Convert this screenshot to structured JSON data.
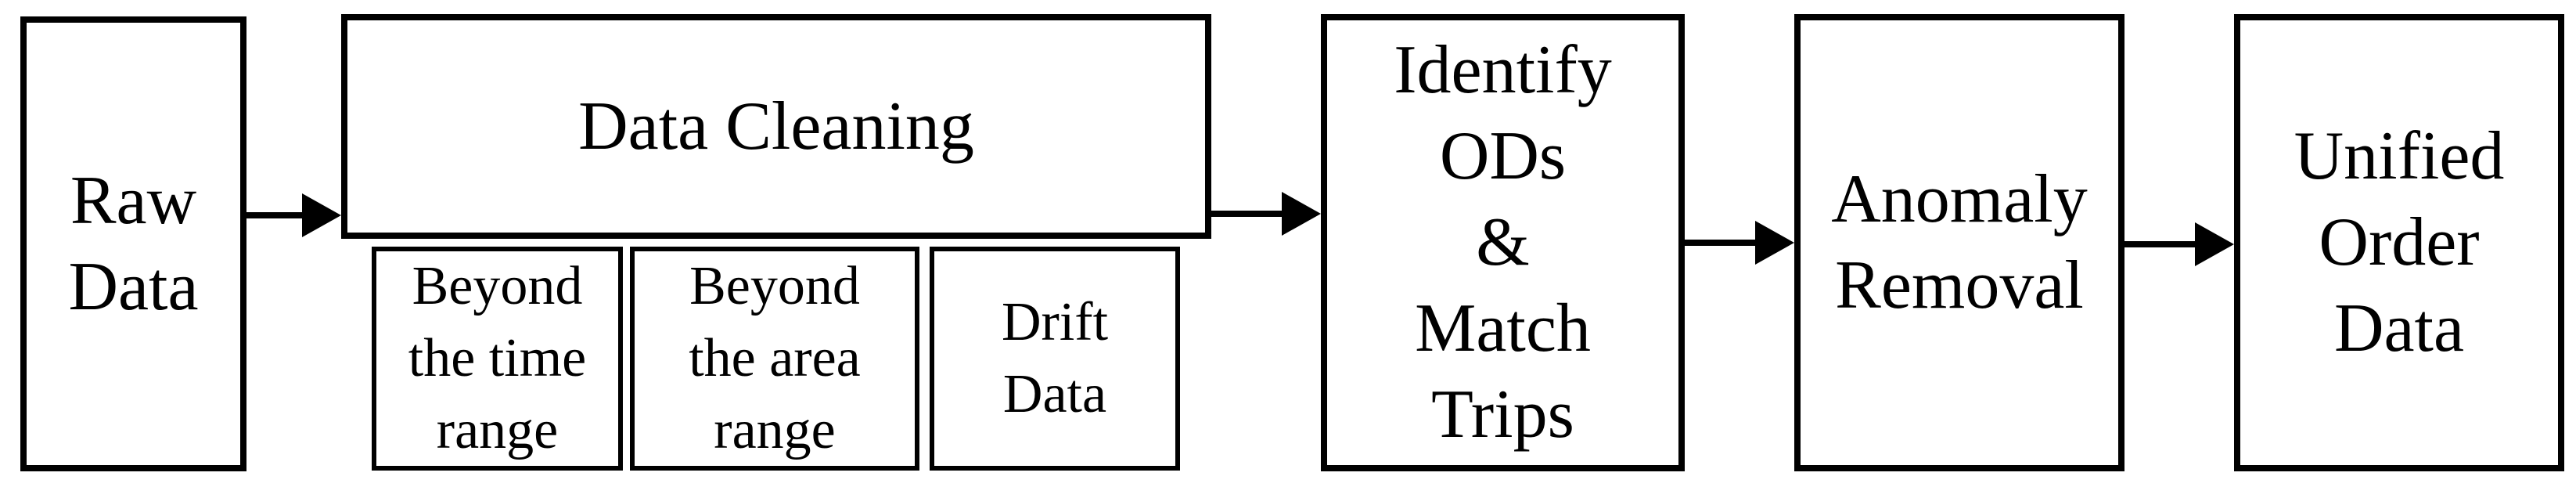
{
  "diagram": {
    "type": "flowchart",
    "colors": {
      "background": "#ffffff",
      "box_border": "#000000",
      "text": "#000000",
      "arrow": "#000000"
    },
    "nodes": {
      "raw_data": {
        "lines": [
          "Raw",
          "Data"
        ]
      },
      "data_cleaning": {
        "lines": [
          "Data Cleaning"
        ]
      },
      "beyond_time": {
        "lines": [
          "Beyond",
          "the time",
          "range"
        ]
      },
      "beyond_area": {
        "lines": [
          "Beyond",
          "the area",
          "range"
        ]
      },
      "drift_data": {
        "lines": [
          "Drift",
          "Data"
        ]
      },
      "identify_ods": {
        "lines": [
          "Identify",
          "ODs",
          "&",
          "Match",
          "Trips"
        ]
      },
      "anomaly_removal": {
        "lines": [
          "Anomaly",
          "Removal"
        ]
      },
      "unified_order": {
        "lines": [
          "Unified",
          "Order",
          "Data"
        ]
      }
    },
    "edges": [
      {
        "from": "raw_data",
        "to": "data_cleaning"
      },
      {
        "from": "data_cleaning",
        "to": "identify_ods"
      },
      {
        "from": "identify_ods",
        "to": "anomaly_removal"
      },
      {
        "from": "anomaly_removal",
        "to": "unified_order"
      }
    ]
  }
}
